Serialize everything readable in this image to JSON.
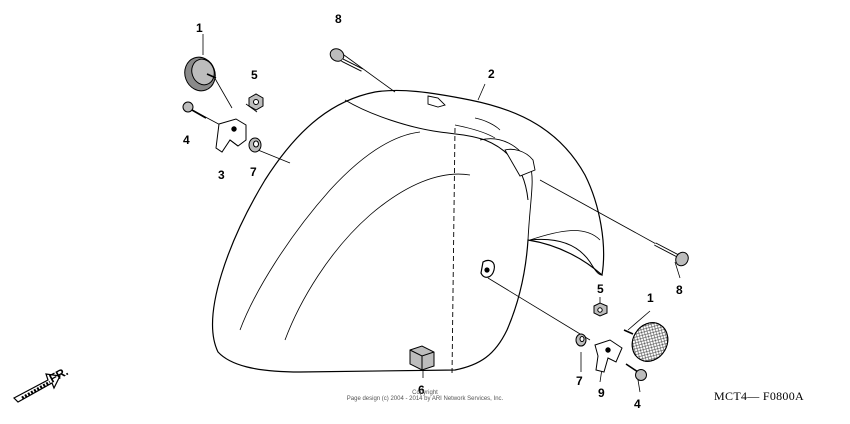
{
  "diagram": {
    "callouts": [
      {
        "id": "c1a",
        "label": "1"
      },
      {
        "id": "c5a",
        "label": "5"
      },
      {
        "id": "c4a",
        "label": "4"
      },
      {
        "id": "c3",
        "label": "3"
      },
      {
        "id": "c7a",
        "label": "7"
      },
      {
        "id": "c8a",
        "label": "8"
      },
      {
        "id": "c2",
        "label": "2"
      },
      {
        "id": "c8b",
        "label": "8"
      },
      {
        "id": "c1b",
        "label": "1"
      },
      {
        "id": "c5b",
        "label": "5"
      },
      {
        "id": "c6",
        "label": "6"
      },
      {
        "id": "c7b",
        "label": "7"
      },
      {
        "id": "c9",
        "label": "9"
      },
      {
        "id": "c4b",
        "label": "4"
      }
    ],
    "direction_label": "FR.",
    "diagram_code": "MCT4— F0800A",
    "copyright_line1": "Copyright",
    "copyright_line2": "Page design (c) 2004 - 2014 by ARI Network Services, Inc."
  },
  "colors": {
    "line": "#000000",
    "shade": "#bdbdbd",
    "reflector": "#8a8a8a"
  }
}
